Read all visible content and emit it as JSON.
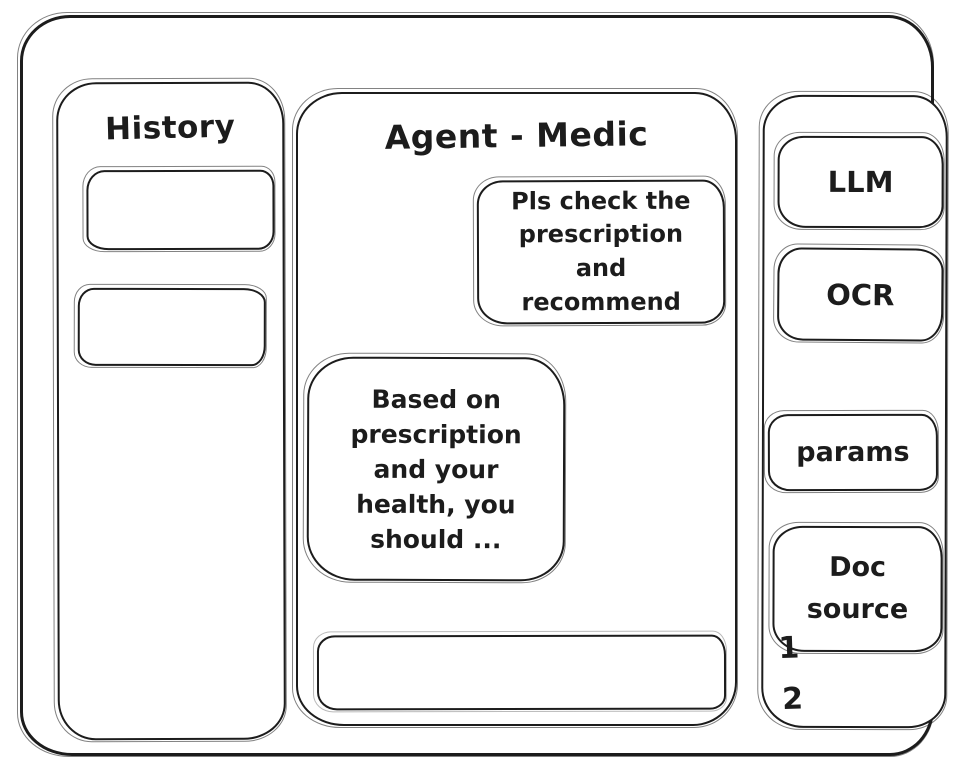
{
  "window": {
    "background": "#ffffff",
    "stroke_color": "#1c1c1c"
  },
  "history_panel": {
    "title": "History",
    "items": [
      {
        "label": ""
      },
      {
        "label": ""
      }
    ]
  },
  "chat_panel": {
    "title": "Agent - Medic",
    "messages": [
      {
        "role": "user",
        "text": "Pls check the prescription and recommend"
      },
      {
        "role": "assistant",
        "text": "Based on prescription and your health, you should ..."
      }
    ],
    "input": {
      "value": ""
    }
  },
  "tools_panel": {
    "buttons": [
      {
        "label": "LLM"
      },
      {
        "label": "OCR"
      },
      {
        "label": "params"
      },
      {
        "label": "Doc source"
      }
    ],
    "step_labels": [
      {
        "label": "1"
      },
      {
        "label": "2"
      }
    ]
  }
}
